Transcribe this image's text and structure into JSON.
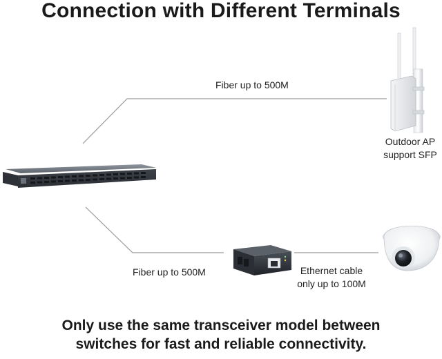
{
  "title": "Connection with Different Terminals",
  "links": {
    "top_fiber_label": "Fiber up to 500M",
    "bottom_fiber_label": "Fiber up to 500M",
    "ethernet_label_line1": "Ethernet cable",
    "ethernet_label_line2": "only up to 100M"
  },
  "devices": {
    "switch": {
      "icon": "network-switch-icon"
    },
    "access_point": {
      "icon": "outdoor-access-point-icon",
      "label_line1": "Outdoor AP",
      "label_line2": "support SFP"
    },
    "media_converter": {
      "icon": "media-converter-icon"
    },
    "camera": {
      "icon": "dome-camera-icon"
    }
  },
  "footer": {
    "line1": "Only use the same transceiver model between",
    "line2": "switches for fast and reliable connectivity."
  },
  "colors": {
    "line": "#9a9a9a",
    "text": "#1a1a1a",
    "device_dark": "#3b3f47",
    "device_light": "#e9ebee"
  }
}
